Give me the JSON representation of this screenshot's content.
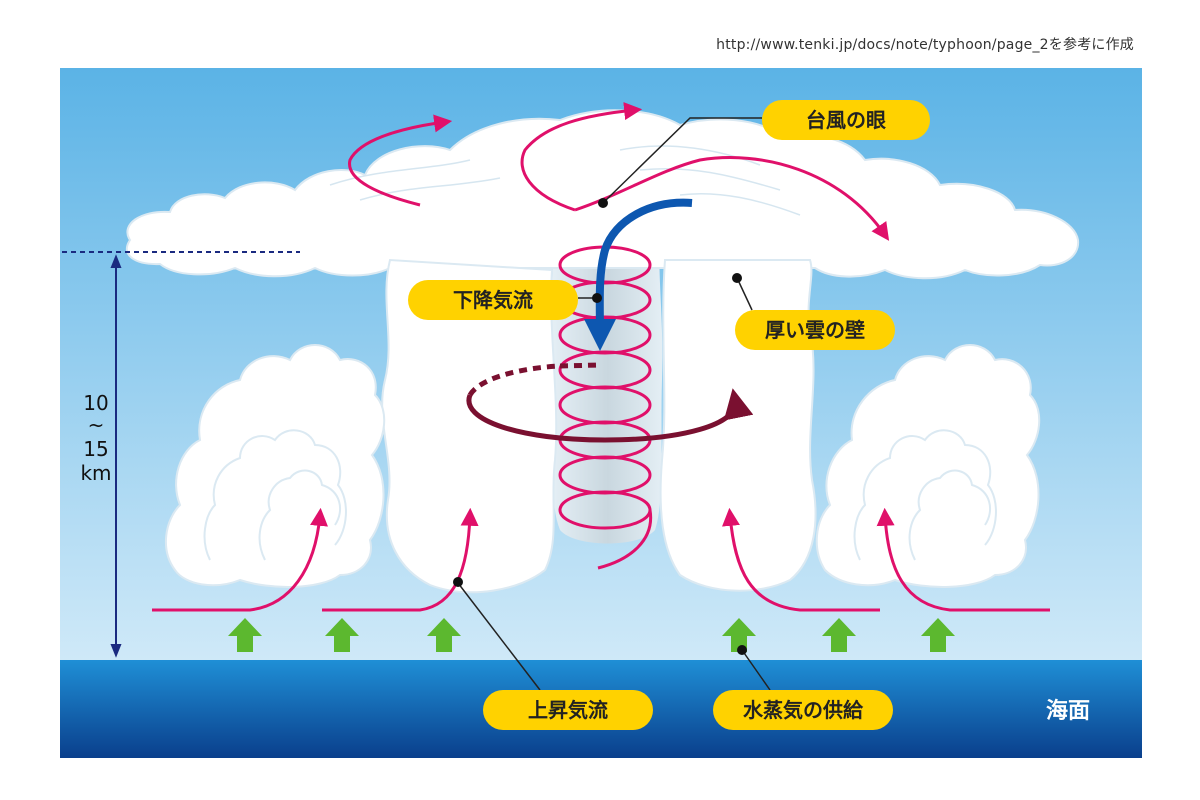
{
  "source_note": "http://www.tenki.jp/docs/note/typhoon/page_2を参考に作成",
  "labels": {
    "eye": "台風の眼",
    "downdraft": "下降気流",
    "cloud_wall": "厚い雲の壁",
    "updraft": "上昇気流",
    "vapor_supply": "水蒸気の供給",
    "sea_surface": "海面"
  },
  "height": {
    "top": "10",
    "mid": "~",
    "bottom": "15",
    "unit": "km"
  },
  "colors": {
    "sky_top": "#5bb3e6",
    "sky_bottom": "#cfe9f8",
    "sea_top": "#1f8fd6",
    "sea_bottom": "#0a3f8c",
    "cloud": "#ffffff",
    "cloud_shadow": "#dbe9f2",
    "airflow": "#e0106a",
    "downdraft_arrow": "#0d57b0",
    "rotation": "#7a1030",
    "vapor_arrow": "#5cb82f",
    "label_bg": "#ffd200",
    "height_arrow": "#1a2a80"
  }
}
